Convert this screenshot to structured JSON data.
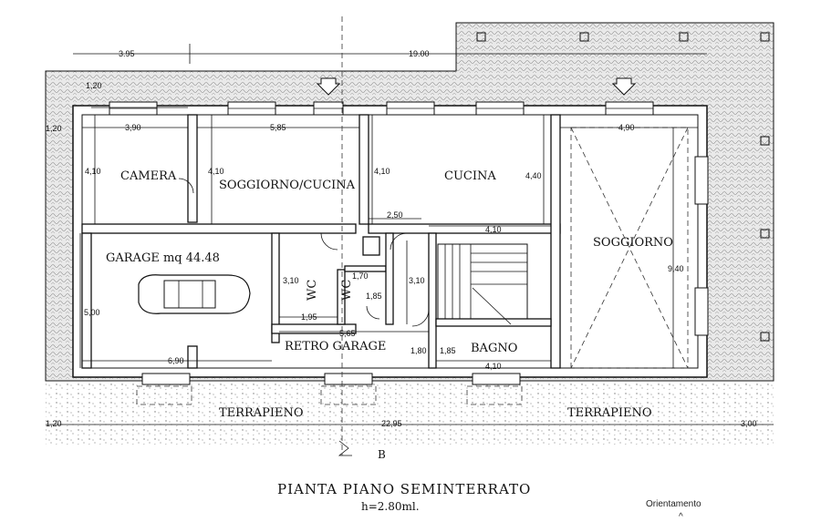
{
  "title": "PIANTA PIANO SEMINTERRATO",
  "subtitle": "h=2.80ml.",
  "orientation_label": "Orientamento",
  "orientation_arrow": "^",
  "section_mark": "B",
  "rooms": {
    "camera": "CAMERA",
    "soggiorno_cucina": "SOGGIORNO/CUCINA",
    "cucina": "CUCINA",
    "soggiorno": "SOGGIORNO",
    "garage": "GARAGE mq 44.48",
    "wc1": "WC",
    "wc2": "WC",
    "retro_garage": "RETRO GARAGE",
    "bagno": "BAGNO",
    "terrapieno_left": "TERRAPIENO",
    "terrapieno_right": "TERRAPIENO"
  },
  "dimensions": {
    "top_left": "3.95",
    "top_total": "19.00",
    "side_120a": "1,20",
    "side_120b": "1,20",
    "camera_w": "3,90",
    "soggiorno_cucina_w": "5,85",
    "soggiorno_w": "4,90",
    "camera_h": "4,10",
    "sogg_cucina_h": "4,10",
    "cucina_h": "4,10",
    "cucina_h2": "4,40",
    "d250": "2,50",
    "cucina_w": "4,10",
    "wc1_h": "3,10",
    "wc_w": "1,70",
    "wc2_h": "1,85",
    "hall_h": "3,10",
    "wc1_w": "1,95",
    "retro_w": "5,65",
    "garage_h": "5,00",
    "garage_w": "6,90",
    "d180": "1,80",
    "bagno_h": "1,85",
    "bagno_w": "4,10",
    "soggiorno_h": "9,40",
    "bottom_left": "1,20",
    "bottom_total": "22,95",
    "bottom_right": "3,00"
  },
  "colors": {
    "hatch": "#8a8a8a",
    "line": "#111111",
    "background": "#ffffff"
  }
}
